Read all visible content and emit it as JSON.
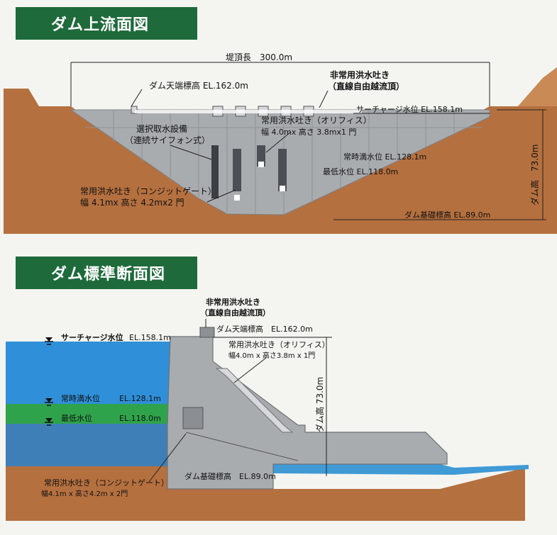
{
  "upstream": {
    "title": "ダム上流面図",
    "crest_length": "堤頂長　300.0m",
    "crest_elevation": "ダム天端標高 EL.162.0m",
    "emergency_spillway_1": "非常用洪水吐き",
    "emergency_spillway_2": "（直線自由越流頂）",
    "surcharge_level": "サーチャージ水位 EL.158.1m",
    "intake_1": "選択取水設備",
    "intake_2": "（連続サイフォン式）",
    "orifice_1": "常用洪水吐き（オリフィス）",
    "orifice_2": "幅 4.0mx 高さ 3.8mx1 門",
    "normal_level": "常時満水位 EL.128.1m",
    "min_level": "最低水位 EL.118.0m",
    "dam_height": "ダム高　73.0m",
    "conduit_1": "常用洪水吐き（コンジットゲート）",
    "conduit_2": "幅 4.1mx 高さ 4.2mx2 門",
    "foundation": "ダム基礎標高 EL.89.0m"
  },
  "section": {
    "title": "ダム標準断面図",
    "emergency_spillway_1": "非常用洪水吐き",
    "emergency_spillway_2": "（直線自由越流頂）",
    "crest_elevation": "ダム天端標高　EL.162.0m",
    "surcharge_label": "サーチャージ水位",
    "surcharge_value": "EL.158.1m",
    "orifice_1": "常用洪水吐き（オリフィス）",
    "orifice_2": "幅4.0m x 高さ3.8m x 1門",
    "dam_height": "ダム高 73.0m",
    "normal_label": "常時満水位",
    "normal_value": "EL.128.1m",
    "min_label": "最低水位",
    "min_value": "EL.118.0m",
    "conduit_1": "常用洪水吐き（コンジットゲート）",
    "conduit_2": "幅4.1m x 高さ4.2m x 2門",
    "foundation": "ダム基礎標高　EL.89.0m"
  },
  "colors": {
    "title_bg": "#1e6a3b",
    "soil": "#b5703f",
    "concrete": "#a9acaf",
    "water_blue": "#2f8fd8",
    "water_green": "#2fa34b"
  }
}
